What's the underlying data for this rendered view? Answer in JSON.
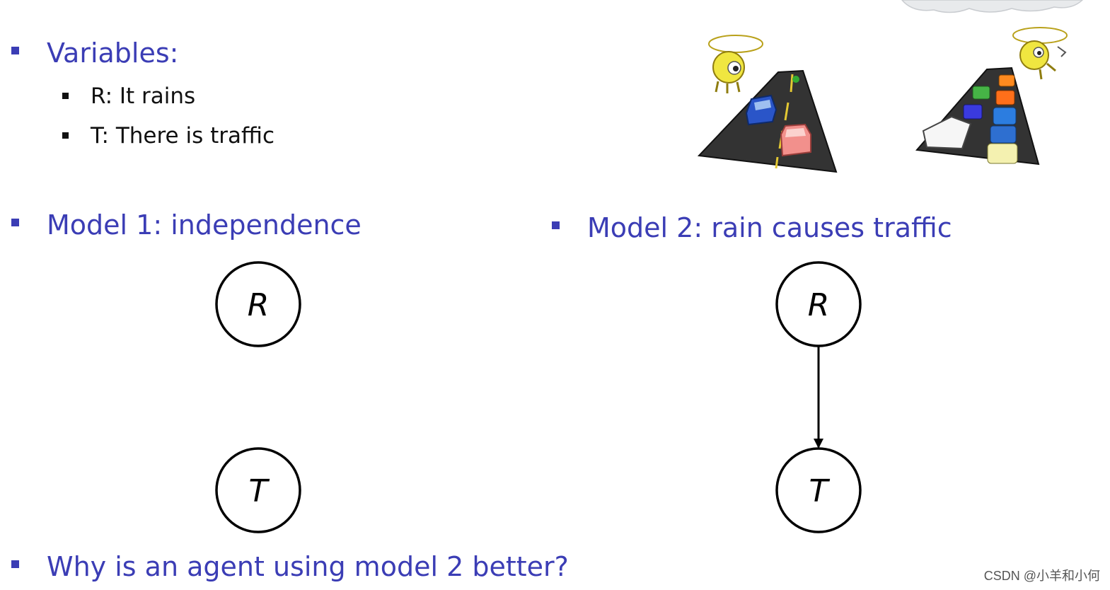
{
  "variables": {
    "heading": "Variables:",
    "items": [
      "R: It rains",
      "T: There is traffic"
    ]
  },
  "model1": {
    "heading": "Model 1: independence",
    "nodes": [
      "R",
      "T"
    ]
  },
  "model2": {
    "heading": "Model 2: rain causes traffic",
    "nodes": [
      "R",
      "T"
    ]
  },
  "question": "Why is an agent using model 2 better?",
  "watermark": "CSDN @小羊和小何",
  "colors": {
    "heading": "#3b3db5",
    "text": "#111111"
  }
}
